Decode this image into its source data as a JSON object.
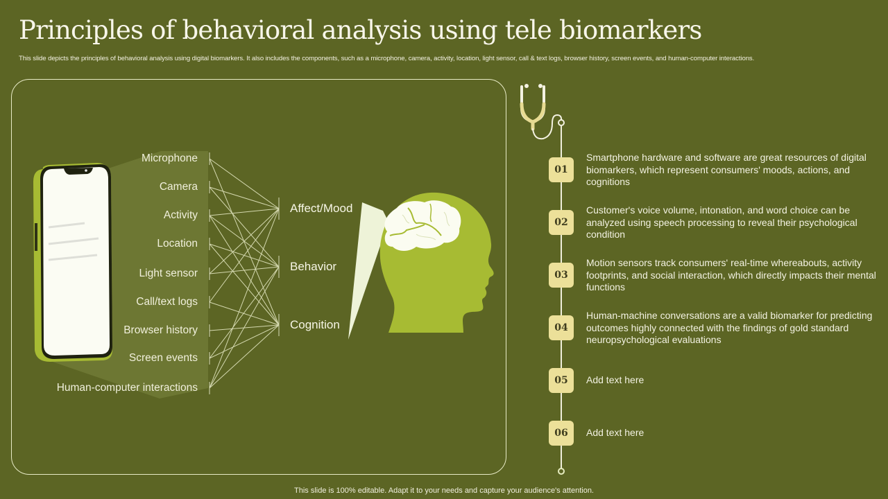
{
  "header": {
    "title": "Principles of behavioral analysis using tele biomarkers",
    "subtitle": "This slide depicts the principles of behavioral analysis using digital biomarkers. It also includes the components, such as a microphone, camera, activity, location, light sensor, call & text logs, browser history, screen events, and human-computer interactions."
  },
  "diagram": {
    "inputs": [
      "Microphone",
      "Camera",
      "Activity",
      "Location",
      "Light sensor",
      "Call/text logs",
      "Browser history",
      "Screen events",
      "Human-computer  interactions"
    ],
    "outputs": [
      "Affect/Mood",
      "Behavior",
      "Cognition"
    ],
    "connections": [
      [
        0,
        0
      ],
      [
        0,
        2
      ],
      [
        1,
        0
      ],
      [
        1,
        1
      ],
      [
        2,
        0
      ],
      [
        2,
        1
      ],
      [
        2,
        2
      ],
      [
        3,
        1
      ],
      [
        3,
        2
      ],
      [
        4,
        0
      ],
      [
        4,
        1
      ],
      [
        5,
        0
      ],
      [
        5,
        2
      ],
      [
        6,
        2
      ],
      [
        7,
        1
      ],
      [
        7,
        2
      ],
      [
        8,
        0
      ],
      [
        8,
        1
      ],
      [
        8,
        2
      ]
    ]
  },
  "timeline": {
    "steps": [
      {
        "number": "01",
        "text": "Smartphone hardware and software are great resources of digital biomarkers, which represent consumers' moods, actions, and cognitions"
      },
      {
        "number": "02",
        "text": "Customer's voice volume, intonation,  and word choice can be analyzed using speech processing to reveal their psychological condition"
      },
      {
        "number": "03",
        "text": "Motion  sensors track consumers' real-time whereabouts, activity footprints, and social interaction, which directly impacts their mental functions"
      },
      {
        "number": "04",
        "text": "Human-machine conversations are a valid biomarker for predicting outcomes highly connected with the findings of gold standard neuropsychological evaluations"
      },
      {
        "number": "05",
        "text": "Add text here"
      },
      {
        "number": "06",
        "text": "Add text here"
      }
    ]
  },
  "colors": {
    "background": "#5c6524",
    "accent_green": "#a7bb33",
    "badge": "#ece099",
    "line": "#e9ecc8"
  },
  "footer": {
    "text": "This slide is 100% editable. Adapt it to your needs and capture your audience's attention."
  }
}
